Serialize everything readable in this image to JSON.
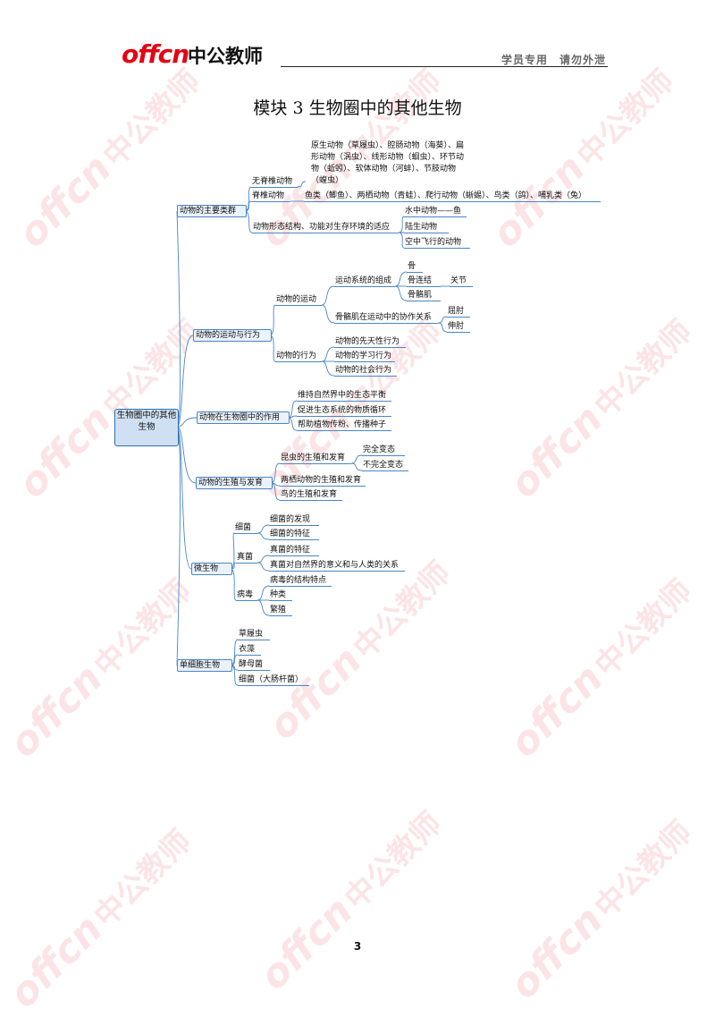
{
  "header": {
    "logo_text_latin": "offcn",
    "logo_text_cn": "中公教师",
    "note": "学员专用　请勿外泄"
  },
  "page_title": "模块 3  生物圈中的其他生物",
  "page_number": "3",
  "watermark": {
    "latin": "offcn",
    "cn": "中公教师"
  },
  "mindmap": {
    "root": "生物圈中的其他生物",
    "branches": [
      {
        "label": "动物的主要类群",
        "children": [
          {
            "label": "无脊椎动物",
            "children": [
              {
                "label": "原生动物（草履虫）、腔肠动物（海葵）、扁形动物（涡虫）、线形动物（蛔虫）、环节动物（蚯蚓）、软体动物（河蚌）、节肢动物（蝗虫）"
              }
            ]
          },
          {
            "label": "脊椎动物",
            "children": [
              {
                "label": "鱼类（鲫鱼）、两栖动物（青蛙）、爬行动物（蜥蜴）、鸟类（鸽）、哺乳类（兔）"
              }
            ]
          },
          {
            "label": "动物形态结构、功能对生存环境的适应",
            "children": [
              {
                "label": "水中动物——鱼"
              },
              {
                "label": "陆生动物"
              },
              {
                "label": "空中飞行的动物"
              }
            ]
          }
        ]
      },
      {
        "label": "动物的运动与行为",
        "children": [
          {
            "label": "动物的运动",
            "children": [
              {
                "label": "运动系统的组成",
                "children": [
                  {
                    "label": "骨"
                  },
                  {
                    "label": "骨连结",
                    "children": [
                      {
                        "label": "关节"
                      }
                    ]
                  },
                  {
                    "label": "骨骼肌"
                  }
                ]
              },
              {
                "label": "骨骼肌在运动中的协作关系",
                "children": [
                  {
                    "label": "屈肘"
                  },
                  {
                    "label": "伸肘"
                  }
                ]
              }
            ]
          },
          {
            "label": "动物的行为",
            "children": [
              {
                "label": "动物的先天性行为"
              },
              {
                "label": "动物的学习行为"
              },
              {
                "label": "动物的社会行为"
              }
            ]
          }
        ]
      },
      {
        "label": "动物在生物圈中的作用",
        "children": [
          {
            "label": "维持自然界中的生态平衡"
          },
          {
            "label": "促进生态系统的物质循环"
          },
          {
            "label": "帮助植物传粉、传播种子"
          }
        ]
      },
      {
        "label": "动物的生殖与发育",
        "children": [
          {
            "label": "昆虫的生殖和发育",
            "children": [
              {
                "label": "完全变态"
              },
              {
                "label": "不完全变态"
              }
            ]
          },
          {
            "label": "两栖动物的生殖和发育"
          },
          {
            "label": "鸟的生殖和发育"
          }
        ]
      },
      {
        "label": "微生物",
        "children": [
          {
            "label": "细菌",
            "children": [
              {
                "label": "细菌的发现"
              },
              {
                "label": "细菌的特征"
              }
            ]
          },
          {
            "label": "真菌",
            "children": [
              {
                "label": "真菌的特征"
              },
              {
                "label": "真菌对自然界的意义和与人类的关系"
              }
            ]
          },
          {
            "label": "病毒",
            "children": [
              {
                "label": "病毒的结构特点"
              },
              {
                "label": "种类"
              },
              {
                "label": "繁殖"
              }
            ]
          }
        ]
      },
      {
        "label": "单细胞生物",
        "children": [
          {
            "label": "草履虫"
          },
          {
            "label": "衣藻"
          },
          {
            "label": "酵母菌"
          },
          {
            "label": "细菌（大肠杆菌）"
          }
        ]
      }
    ]
  },
  "colors": {
    "brand_red": "#e60012",
    "line_blue": "#4a86c5",
    "root_fill": "#cfe0f3",
    "box_fill": "#eaf2fb"
  }
}
